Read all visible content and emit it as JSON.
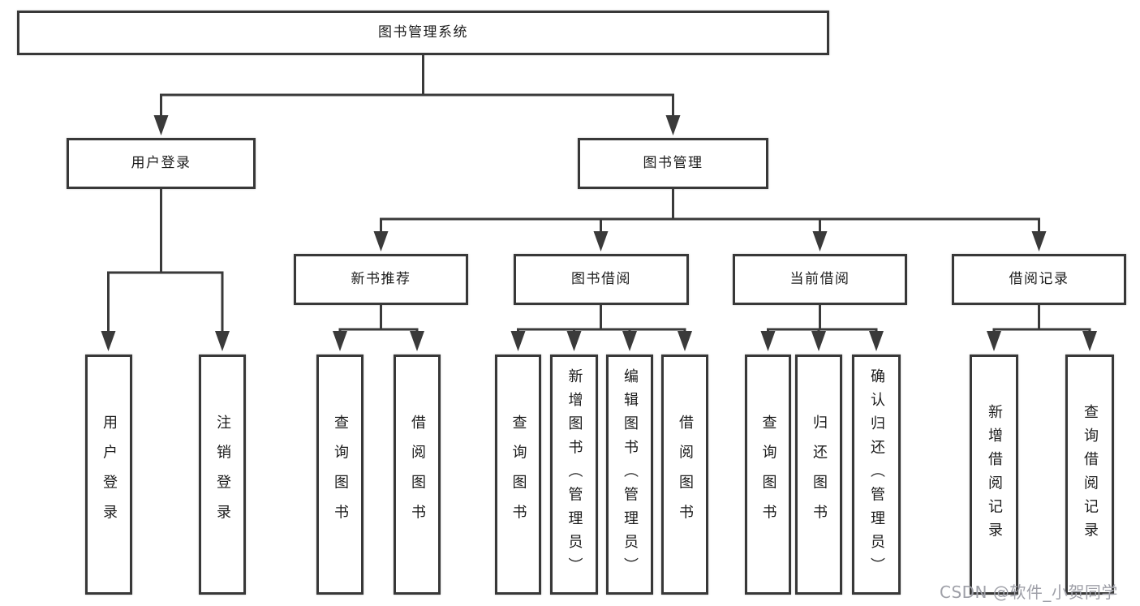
{
  "diagram": {
    "title": "图书管理系统",
    "type": "hierarchy-chart",
    "nodes": [
      {
        "id": "root",
        "label": "图书管理系统",
        "parent": null
      },
      {
        "id": "user-login",
        "label": "用户登录",
        "parent": "root"
      },
      {
        "id": "book-mgmt",
        "label": "图书管理",
        "parent": "root"
      },
      {
        "id": "new-book-recommend",
        "label": "新书推荐",
        "parent": "book-mgmt"
      },
      {
        "id": "book-borrow",
        "label": "图书借阅",
        "parent": "book-mgmt"
      },
      {
        "id": "current-borrow",
        "label": "当前借阅",
        "parent": "book-mgmt"
      },
      {
        "id": "borrow-record",
        "label": "借阅记录",
        "parent": "book-mgmt"
      },
      {
        "id": "do-user-login",
        "label": "用户登录",
        "parent": "user-login"
      },
      {
        "id": "do-logout",
        "label": "注销登录",
        "parent": "user-login"
      },
      {
        "id": "nb-query-book",
        "label": "查询图书",
        "parent": "new-book-recommend"
      },
      {
        "id": "nb-borrow-book",
        "label": "借阅图书",
        "parent": "new-book-recommend"
      },
      {
        "id": "bb-query-book",
        "label": "查询图书",
        "parent": "book-borrow"
      },
      {
        "id": "bb-add-book-admin",
        "label": "新增图书（管理员）",
        "parent": "book-borrow"
      },
      {
        "id": "bb-edit-book-admin",
        "label": "编辑图书（管理员）",
        "parent": "book-borrow"
      },
      {
        "id": "bb-borrow-book",
        "label": "借阅图书",
        "parent": "book-borrow"
      },
      {
        "id": "cb-query-book",
        "label": "查询图书",
        "parent": "current-borrow"
      },
      {
        "id": "cb-return-book",
        "label": "归还图书",
        "parent": "current-borrow"
      },
      {
        "id": "cb-confirm-return-admin",
        "label": "确认归还（管理员）",
        "parent": "current-borrow"
      },
      {
        "id": "br-add-record",
        "label": "新增借阅记录",
        "parent": "borrow-record"
      },
      {
        "id": "br-query-record",
        "label": "查询借阅记录",
        "parent": "borrow-record"
      }
    ]
  },
  "watermark": {
    "text": "CSDN @软件_小贺同学",
    "color": "#9fa0a8"
  },
  "colors": {
    "line": "#3a3a3a",
    "box_border": "#383838",
    "text": "#1c1c1c",
    "background": "#ffffff"
  }
}
